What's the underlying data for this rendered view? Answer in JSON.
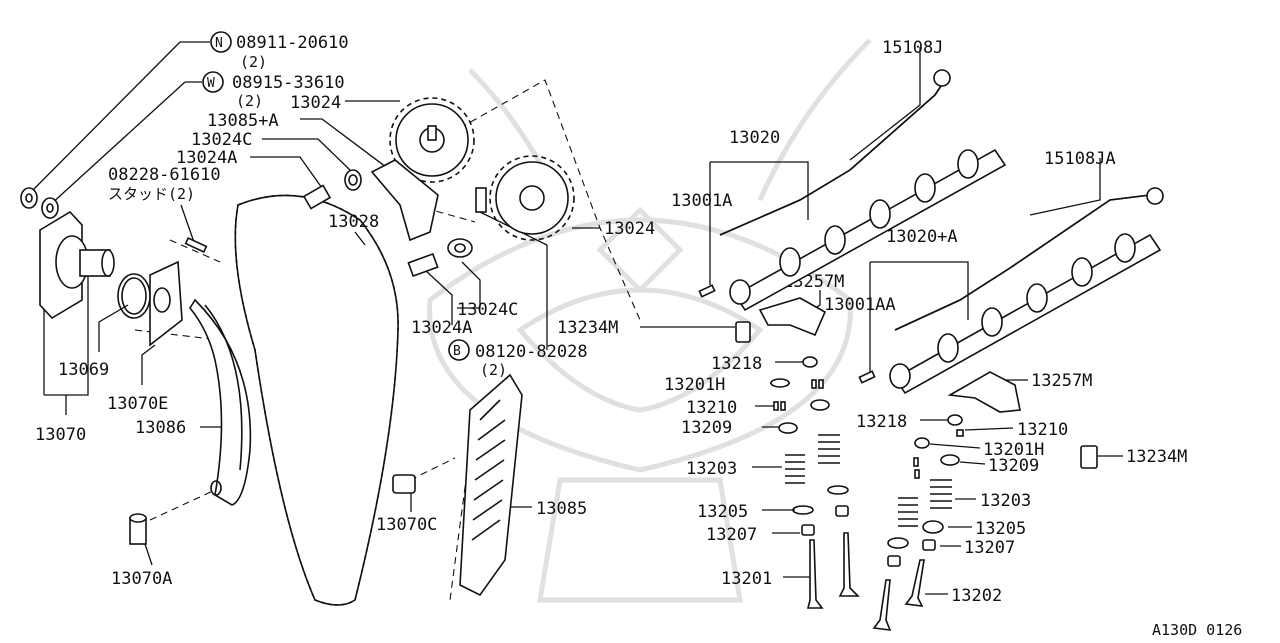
{
  "diagram": {
    "fasteners": [
      {
        "symbol": "N",
        "number": "08911-20610",
        "qty": "(2)"
      },
      {
        "symbol": "W",
        "number": "08915-33610",
        "qty": "(2)"
      },
      {
        "symbol": "B",
        "number": "08120-82028",
        "qty": "(2)"
      }
    ],
    "stud": {
      "number": "08228-61610",
      "note": "スタッド(2)"
    },
    "labels": {
      "p13024_top": "13024",
      "p13085A": "13085+A",
      "p13024C_top": "13024C",
      "p13024A_top": "13024A",
      "p13028": "13028",
      "p13024_right": "13024",
      "p13024C_bottom": "13024C",
      "p13024A_bottom": "13024A",
      "p13069": "13069",
      "p13070E": "13070E",
      "p13070": "13070",
      "p13086": "13086",
      "p13070A": "13070A",
      "p13070C": "13070C",
      "p13085": "13085",
      "p15108J": "15108J",
      "p13020": "13020",
      "p13001A": "13001A",
      "p15108JA": "15108JA",
      "p13020A": "13020+A",
      "p13257M_left": "13257M",
      "p13001AA": "13001AA",
      "p13234M_left": "13234M",
      "p13218_left": "13218",
      "p13201H_left": "13201H",
      "p13210_left": "13210",
      "p13209_left": "13209",
      "p13203_left": "13203",
      "p13205_left": "13205",
      "p13207_left": "13207",
      "p13201": "13201",
      "p13257M_right": "13257M",
      "p13218_right": "13218",
      "p13210_right": "13210",
      "p13201H_right": "13201H",
      "p13209_right": "13209",
      "p13234M_right": "13234M",
      "p13203_right": "13203",
      "p13205_right": "13205",
      "p13207_right": "13207",
      "p13202": "13202"
    },
    "drawing_code": "A130D 0126"
  }
}
